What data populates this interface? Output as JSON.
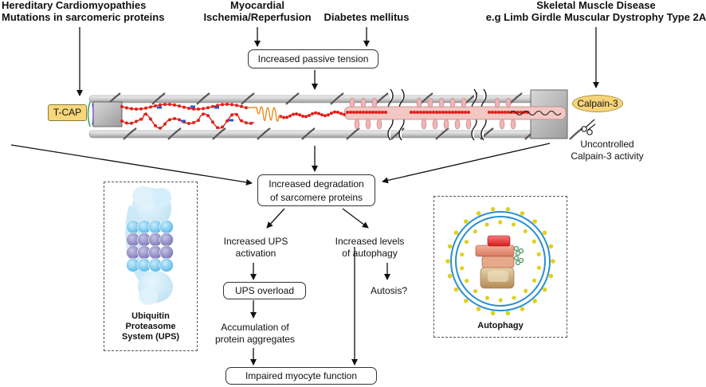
{
  "top_labels": {
    "hereditary_line1": "Hereditary Cardiomyopathies",
    "hereditary_line2": "Mutations in sarcomeric proteins",
    "ischemia_line1": "Myocardial",
    "ischemia_line2": "Ischemia/Reperfusion",
    "diabetes": "Diabetes mellitus",
    "skeletal_line1": "Skeletal Muscle Disease",
    "skeletal_line2": "e.g Limb Girdle Muscular Dystrophy Type 2A"
  },
  "nodes": {
    "passive_tension": "Increased passive tension",
    "degradation_line1": "Increased degradation",
    "degradation_line2": "of sarcomere proteins",
    "ups_activation_line1": "Increased UPS",
    "ups_activation_line2": "activation",
    "autophagy_levels_line1": "Increased levels",
    "autophagy_levels_line2": "of autophagy",
    "ups_overload": "UPS overload",
    "autosis": "Autosis?",
    "accumulation_line1": "Accumulation of",
    "accumulation_line2": "protein aggregates",
    "impaired": "Impaired myocyte function",
    "calpain_activity_line1": "Uncontrolled",
    "calpain_activity_line2": "Calpain-3 activity"
  },
  "sarcomere": {
    "tcap_label": "T-CAP",
    "calpain_label": "Calpain-3"
  },
  "panels": {
    "ups_line1": "Ubiquitin",
    "ups_line2": "Proteasome",
    "ups_line3": "System (UPS)",
    "autophagy_label": "Autophagy"
  },
  "colors": {
    "titin_red": "#e0201a",
    "tcap_fill": "#f7d77a",
    "calpain_fill": "#f7d47a",
    "filament_gray": "#c8c8c8",
    "ups_blue": "#6cc6ee",
    "ups_purple": "#8a86c0",
    "autophagosome_ring": "#2b8fd0",
    "autophagosome_dots": "#e2cf20"
  }
}
